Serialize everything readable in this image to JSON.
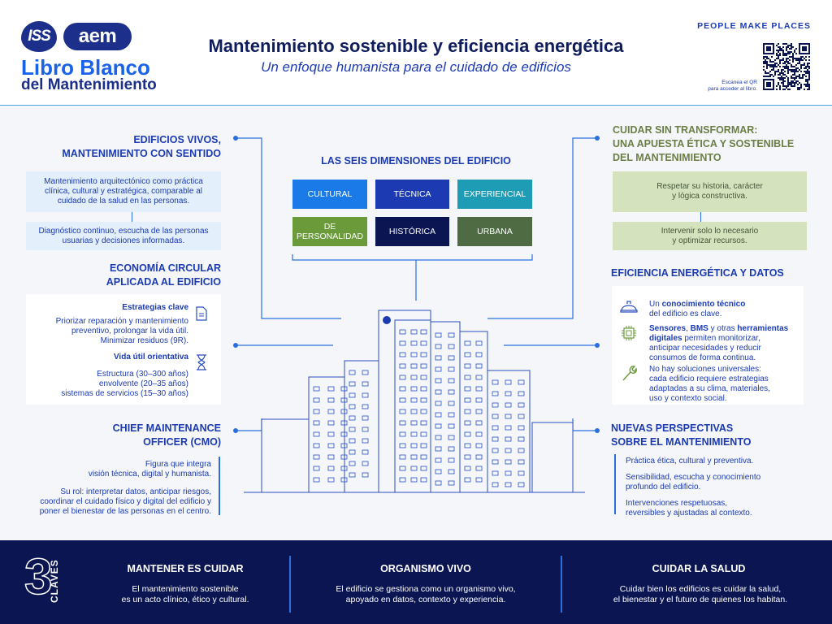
{
  "header": {
    "logos": {
      "iss": "ISS",
      "aem": "aem"
    },
    "book_title": "Libro Blanco",
    "book_subtitle": "del Mantenimiento",
    "title": "Mantenimiento sostenible y eficiencia energética",
    "subtitle": "Un enfoque humanista para el cuidado de edificios",
    "tagline": "PEOPLE MAKE PLACES",
    "qr_caption_1": "Escanea el QR",
    "qr_caption_2": "para acceder al libro."
  },
  "left": {
    "vivos": {
      "head_1": "EDIFICIOS VIVOS,",
      "head_2": "MANTENIMIENTO CON SENTIDO",
      "box1_1": "Mantenimiento arquitectónico como práctica",
      "box1_2": "clínica, cultural y estratégica, comparable al",
      "box1_3": "cuidado de la salud en las personas.",
      "box2_1": "Diagnóstico continuo, escucha de las personas",
      "box2_2": "usuarias y decisiones informadas."
    },
    "circular": {
      "head_1": "ECONOMÍA CIRCULAR",
      "head_2": "APLICADA AL EDIFICIO",
      "s1_title": "Estrategias clave",
      "s1_1": "Priorizar reparación y mantenimiento",
      "s1_2": "preventivo, prolongar la vida útil.",
      "s1_3": "Minimizar residuos (9R).",
      "s2_title": "Vida útil orientativa",
      "s2_1": "Estructura (30–300 años)",
      "s2_2": "envolvente (20–35 años)",
      "s2_3": "sistemas de servicios (15–30 años)"
    },
    "cmo": {
      "head_1": "CHIEF MAINTENANCE",
      "head_2": "OFFICER (CMO)",
      "p1_1": "Figura que integra",
      "p1_2": "visión técnica, digital y humanista.",
      "p2_1": "Su rol: interpretar datos, anticipar riesgos,",
      "p2_2": "coordinar el cuidado físico y digital del edificio y",
      "p2_3": "poner el bienestar de las personas en el centro."
    }
  },
  "center": {
    "dimensions_title": "LAS SEIS DIMENSIONES DEL EDIFICIO",
    "dimensions": [
      {
        "label": "CULTURAL",
        "color": "#1a7be8"
      },
      {
        "label": "TÉCNICA",
        "color": "#1c3bb3"
      },
      {
        "label": "EXPERIENCIAL",
        "color": "#1f9cb5"
      },
      {
        "label_1": "DE",
        "label_2": "PERSONALIDAD",
        "color": "#6a9a3a"
      },
      {
        "label": "HISTÓRICA",
        "color": "#0b1551"
      },
      {
        "label": "URBANA",
        "color": "#4e6b44"
      }
    ]
  },
  "right": {
    "cuidar": {
      "head_1": "CUIDAR SIN TRANSFORMAR:",
      "head_2": "UNA APUESTA ÉTICA Y SOSTENIBLE",
      "head_3": "DEL MANTENIMIENTO",
      "box1_1": "Respetar su historia, carácter",
      "box1_2": "y lógica constructiva.",
      "box2_1": "Intervenir solo lo necesario",
      "box2_2": "y optimizar recursos."
    },
    "eficiencia": {
      "head": "EFICIENCIA ENERGÉTICA Y DATOS",
      "i1_a": "Un ",
      "i1_b": "conocimiento técnico",
      "i1_c": "del edificio es clave.",
      "i2_a": "Sensores",
      "i2_b": ", ",
      "i2_c": "BMS",
      "i2_d": " y otras ",
      "i2_e": "herramientas",
      "i2_f": "digitales",
      "i2_g": " permiten monitorizar,",
      "i2_h": "anticipar necesidades y reducir",
      "i2_i": "consumos de forma continua.",
      "i3_1": "No hay soluciones universales:",
      "i3_2": "cada edificio requiere estrategias",
      "i3_3": "adaptadas a su clima, materiales,",
      "i3_4": "uso y contexto social."
    },
    "nuevas": {
      "head_1": "NUEVAS PERSPECTIVAS",
      "head_2": "SOBRE EL MANTENIMIENTO",
      "p1": "Práctica ética, cultural y preventiva.",
      "p2_1": "Sensibilidad, escucha y conocimiento",
      "p2_2": "profundo del edificio.",
      "p3_1": "Intervenciones respetuosas,",
      "p3_2": "reversibles y ajustadas al contexto."
    }
  },
  "footer": {
    "number": "3",
    "claves": "CLAVES",
    "cols": [
      {
        "title": "MANTENER ES CUIDAR",
        "t1": "El mantenimiento sostenible",
        "t2": "es un acto clínico, ético y cultural."
      },
      {
        "title": "ORGANISMO VIVO",
        "t1": "El edificio se gestiona como un organismo vivo,",
        "t2": "apoyado en datos, contexto y experiencia."
      },
      {
        "title": "CUIDAR LA SALUD",
        "t1": "Cuidar bien los edificios es cuidar la salud,",
        "t2": "el bienestar y el futuro de quienes los habitan."
      }
    ]
  },
  "colors": {
    "navy": "#0b1551",
    "brand_blue": "#1c3bb3",
    "bright_blue": "#1a63e8",
    "accent_line": "#2a6fe0",
    "green_box": "#d4e3bd"
  }
}
